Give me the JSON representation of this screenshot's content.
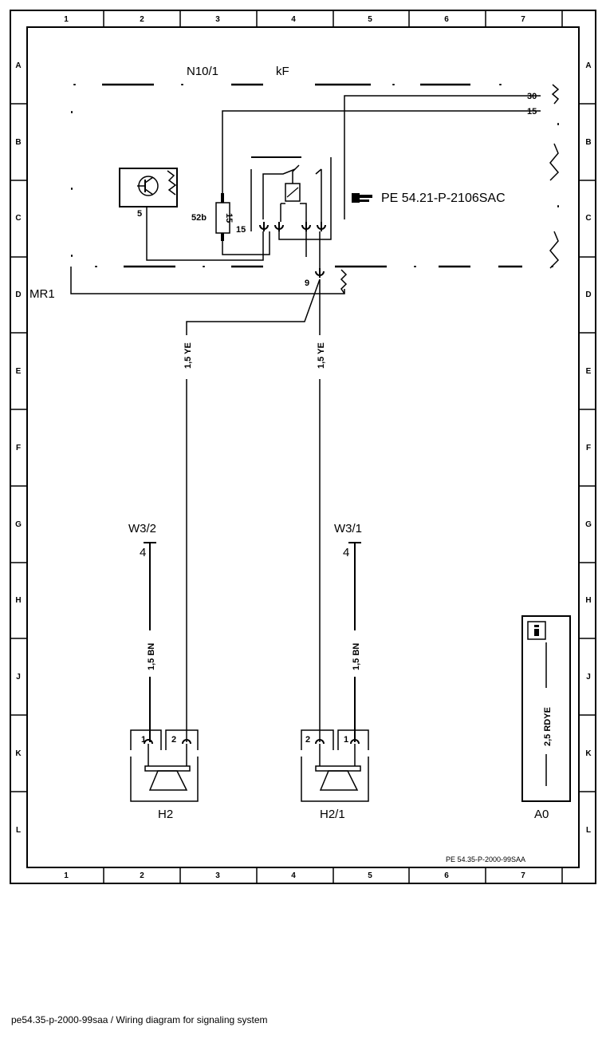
{
  "grid": {
    "columns": [
      "1",
      "2",
      "3",
      "4",
      "5",
      "6",
      "7"
    ],
    "rows": [
      "A",
      "B",
      "C",
      "D",
      "E",
      "F",
      "G",
      "H",
      "J",
      "K",
      "L"
    ]
  },
  "components": {
    "control_unit": "N10/1",
    "control_unit_sub": "kF",
    "ground_ref": "MR1",
    "ground_w3_2": "W3/2",
    "ground_w3_1": "W3/1",
    "horn_left": "H2",
    "horn_right": "H2/1",
    "info_box": "A0"
  },
  "terminals": {
    "t30": "30",
    "t15": "15",
    "t5": "5",
    "t52b": "52b",
    "t15_inner": "15",
    "t15_fuse": "15",
    "t9": "9",
    "w32_pin": "4",
    "w31_pin": "4",
    "h2_pin1": "1",
    "h2_pin2": "2",
    "h21_pin2": "2",
    "h21_pin1": "1"
  },
  "wires": {
    "ye_left": "1,5 YE",
    "ye_right": "1,5 YE",
    "bn_left": "1,5 BN",
    "bn_right": "1,5 BN",
    "info_wire": "2,5 RDYE"
  },
  "references": {
    "pe_reference": "PE 54.21-P-2106SAC",
    "sheet_id": "PE 54.35-P-2000-99SAA"
  },
  "caption": "pe54.35-p-2000-99saa / Wiring diagram for signaling system"
}
